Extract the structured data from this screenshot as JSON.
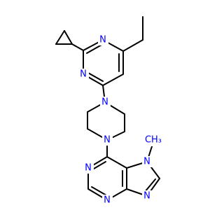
{
  "molecule": {
    "atoms": {
      "n_pyr1": "N",
      "n_pyr3": "N",
      "n_pz4": "N",
      "n_pz1": "N",
      "n_pu1": "N",
      "n_pu3": "N",
      "n_pu7": "N",
      "n_pu9": "N",
      "methyl_label": "CH₃"
    },
    "colors": {
      "nitrogen": "#0000ff",
      "bond": "#000000",
      "background": "#ffffff"
    }
  }
}
